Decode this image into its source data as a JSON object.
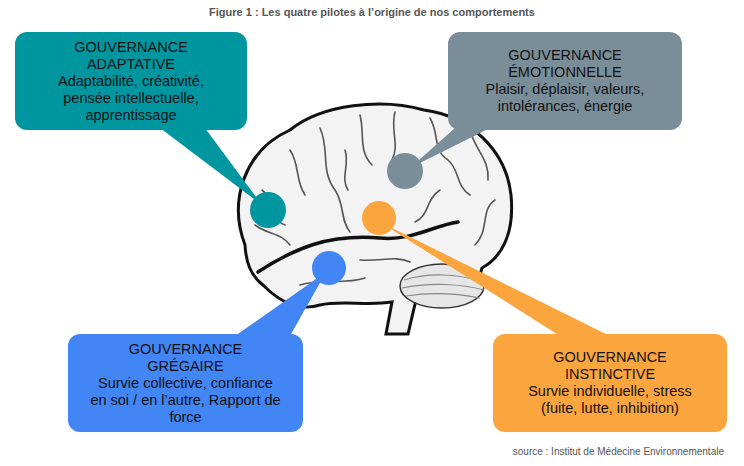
{
  "diagram": {
    "title": "Figure 1 : Les quatre pilotes à l’origine de nos comportements",
    "nodes": [
      {
        "text": [
          "GOUVERNANCE ADAPTATIVE",
          "Adaptabilité, créativité, pensée intellectuelle, apprentissage"
        ]
      },
      {
        "text": [
          "GOUVERNANCE ÉMOTIONNELLE",
          "Plaisir, déplaisir, valeurs, intolérances, énergie"
        ]
      },
      {
        "text": [
          "GOUVERNANCE GRÉGAIRE",
          "Survie collective, confiance en soi / en l’autre, Rapport de force"
        ]
      },
      {
        "text": [
          "GOUVERNANCE INSTINCTIVE",
          "Survie individuelle, stress (fuite, lutte, inhibition)"
        ]
      }
    ],
    "labels": [
      "source : Institut de Médecine Environnementale"
    ]
  }
}
